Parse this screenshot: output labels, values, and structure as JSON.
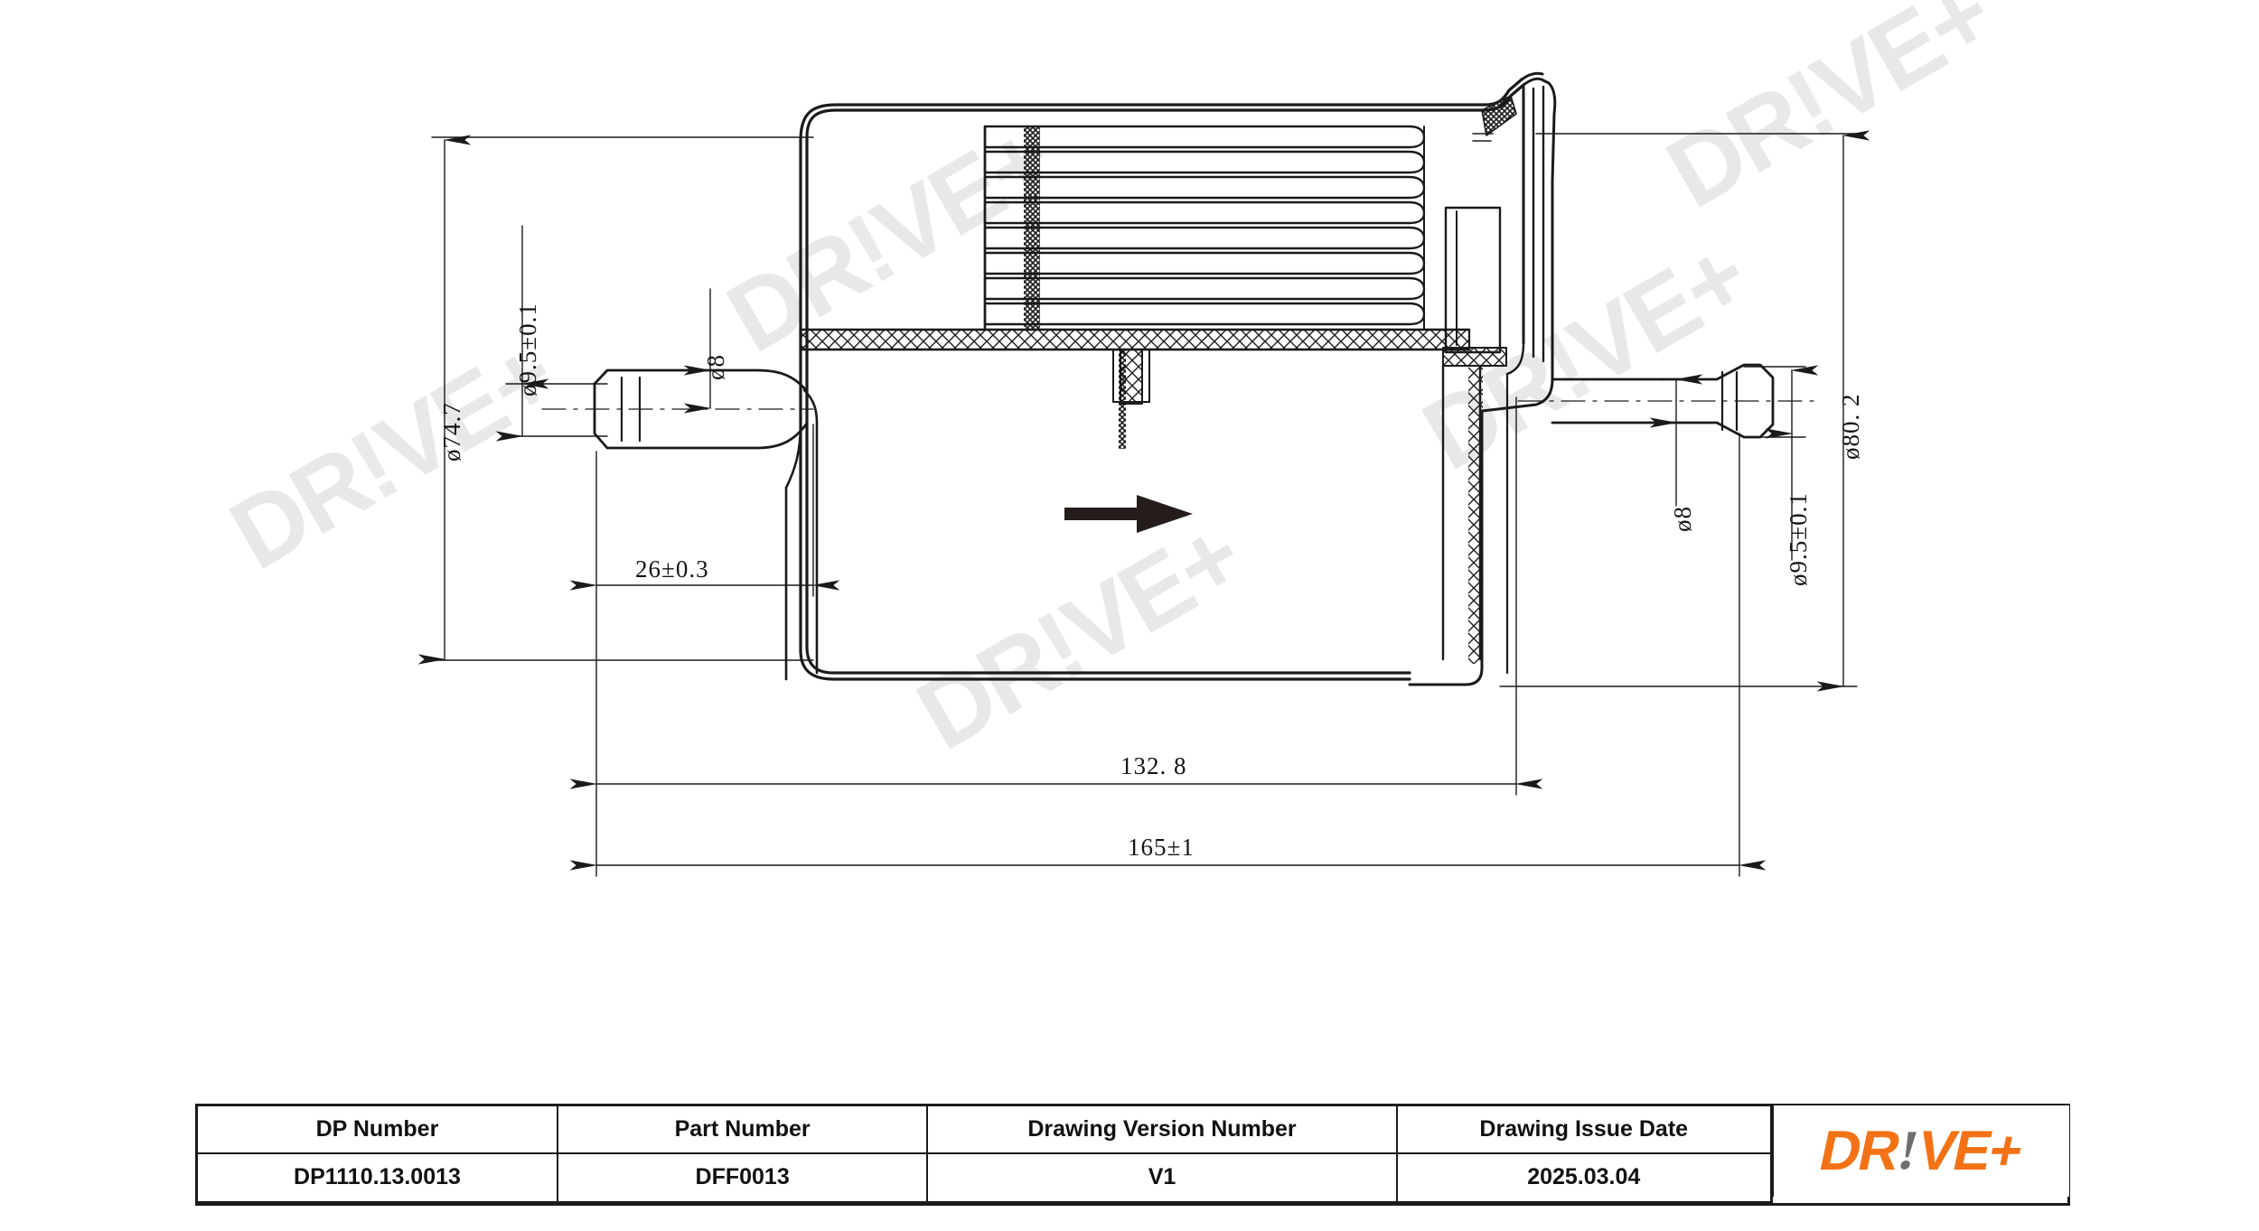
{
  "title_block": {
    "headers": [
      "DP Number",
      "Part Number",
      "Drawing Version Number",
      "Drawing Issue Date"
    ],
    "values": [
      "DP1110.13.0013",
      "DFF0013",
      "V1",
      "2025.03.04"
    ],
    "logo": {
      "part1": "DR",
      "bang": "!",
      "part2": "VE+",
      "full": "Dr!ve+",
      "orange": "#F47216",
      "gray": "#6E6E6E"
    }
  },
  "watermark": {
    "text": "DR!VE+",
    "color": "#e8e8e8"
  },
  "dimensions": {
    "outer_diameter_left": "ø74.7",
    "port_diameter_left": "ø9.5±0.1",
    "bore_left": "ø8",
    "outer_diameter_right": "ø80. 2",
    "port_diameter_right": "ø9.5±0.1",
    "bore_right": "ø8",
    "port_length_left": "26±0.3",
    "body_length": "132. 8",
    "overall_length": "165±1"
  },
  "drawing": {
    "type": "fuel-filter-cross-section",
    "flow_arrow": "flow-direction-right",
    "line_color": "#1a1a1a",
    "background": "#ffffff"
  }
}
